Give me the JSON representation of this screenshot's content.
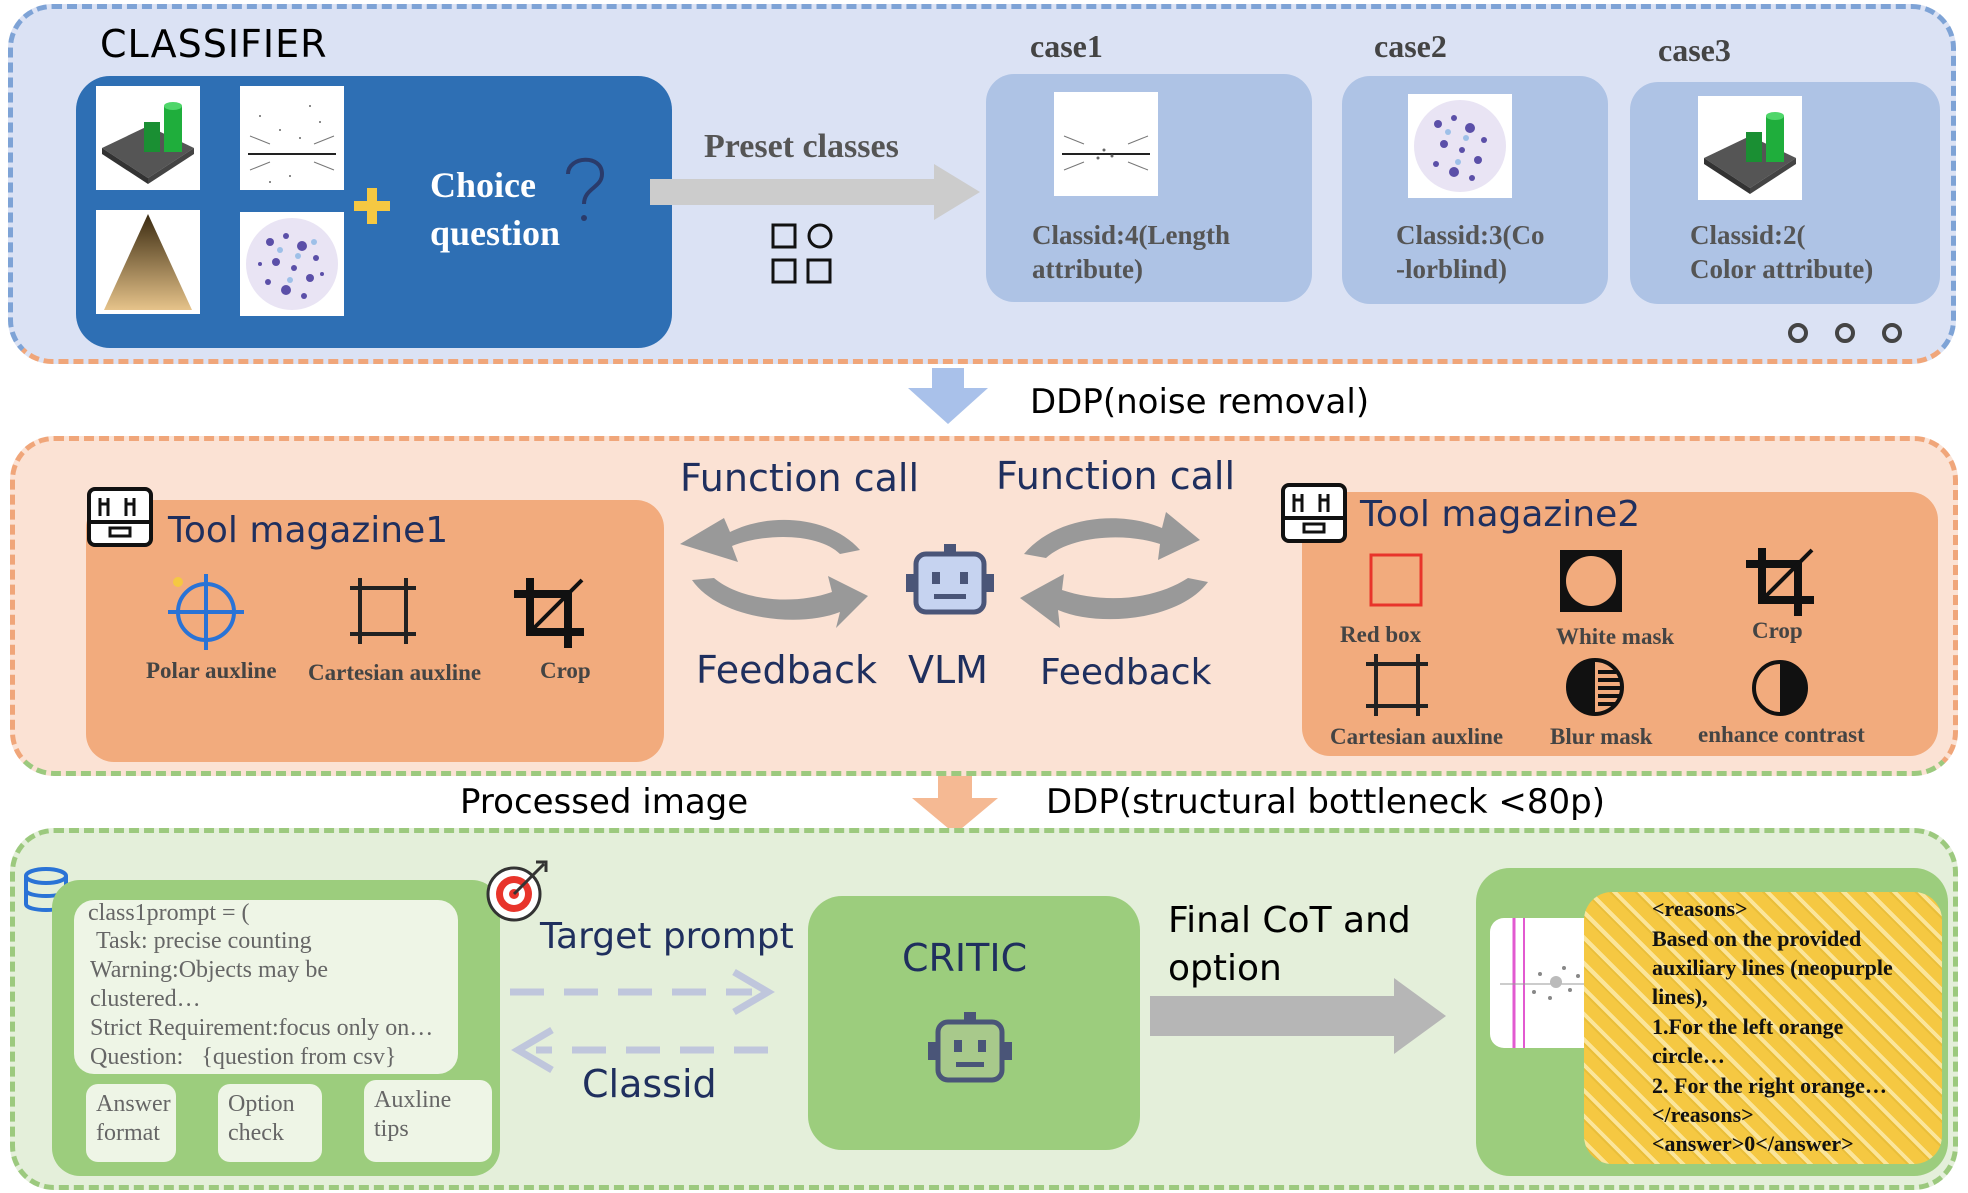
{
  "classifier": {
    "title": "CLASSIFIER",
    "choice_question": [
      "Choice",
      "question"
    ],
    "preset_label": "Preset classes",
    "cases": [
      {
        "title": "case1",
        "label": [
          "Classid:4(Length",
          "attribute)"
        ]
      },
      {
        "title": "case2",
        "label": [
          "Classid:3(Co",
          "-lorblind)"
        ]
      },
      {
        "title": "case3",
        "label": [
          "Classid:2(",
          "Color attribute)"
        ]
      }
    ]
  },
  "ddp1_label": "DDP(noise removal)",
  "tools": {
    "magazine1_title": "Tool magazine1",
    "magazine1_items": [
      "Polar auxline",
      "Cartesian auxline",
      "Crop"
    ],
    "magazine2_title": "Tool magazine2",
    "magazine2_items": [
      "Red box",
      "White mask",
      "Crop",
      "Cartesian auxline",
      "Blur mask",
      "enhance contrast"
    ],
    "function_call_left": "Function call",
    "function_call_right": "Function call",
    "feedback_left": "Feedback",
    "feedback_right": "Feedback",
    "vlm": "VLM"
  },
  "processed_image_label": "Processed image",
  "ddp2_label": "DDP(structural bottleneck <80p)",
  "critic": {
    "prompt_lines": [
      "class1prompt = (",
      "Task: precise counting",
      "Warning:Objects may be",
      "clustered…",
      "Strict Requirement:focus only on…",
      "Question:   {question from csv}"
    ],
    "cells": [
      [
        "Answer",
        "format"
      ],
      [
        "Option",
        "check"
      ],
      [
        "Auxline",
        "tips"
      ]
    ],
    "target_prompt": "Target prompt",
    "classid": "Classid",
    "critic_title": "CRITIC",
    "final_cot": [
      "Final CoT and",
      "option"
    ],
    "output_lines": [
      "<reasons>",
      "Based on the provided",
      "auxiliary lines (neopurple",
      "lines),",
      "1.For the left orange",
      "circle…",
      "2. For the right orange…",
      "</reasons>",
      "<answer>0</answer>"
    ]
  },
  "colors": {
    "top_bg": "#dbe2f4",
    "top_border": "#7ea3d6",
    "blue_box": "#2e6fb4",
    "case_box": "#aec3e5",
    "mid_bg": "#fbe2d4",
    "mid_border": "#f0a67a",
    "tool_box": "#f2ab7d",
    "bot_bg": "#e4efda",
    "bot_border": "#9cc97e",
    "green_box": "#9ccd7d",
    "output_stripe": "#f5c842"
  }
}
